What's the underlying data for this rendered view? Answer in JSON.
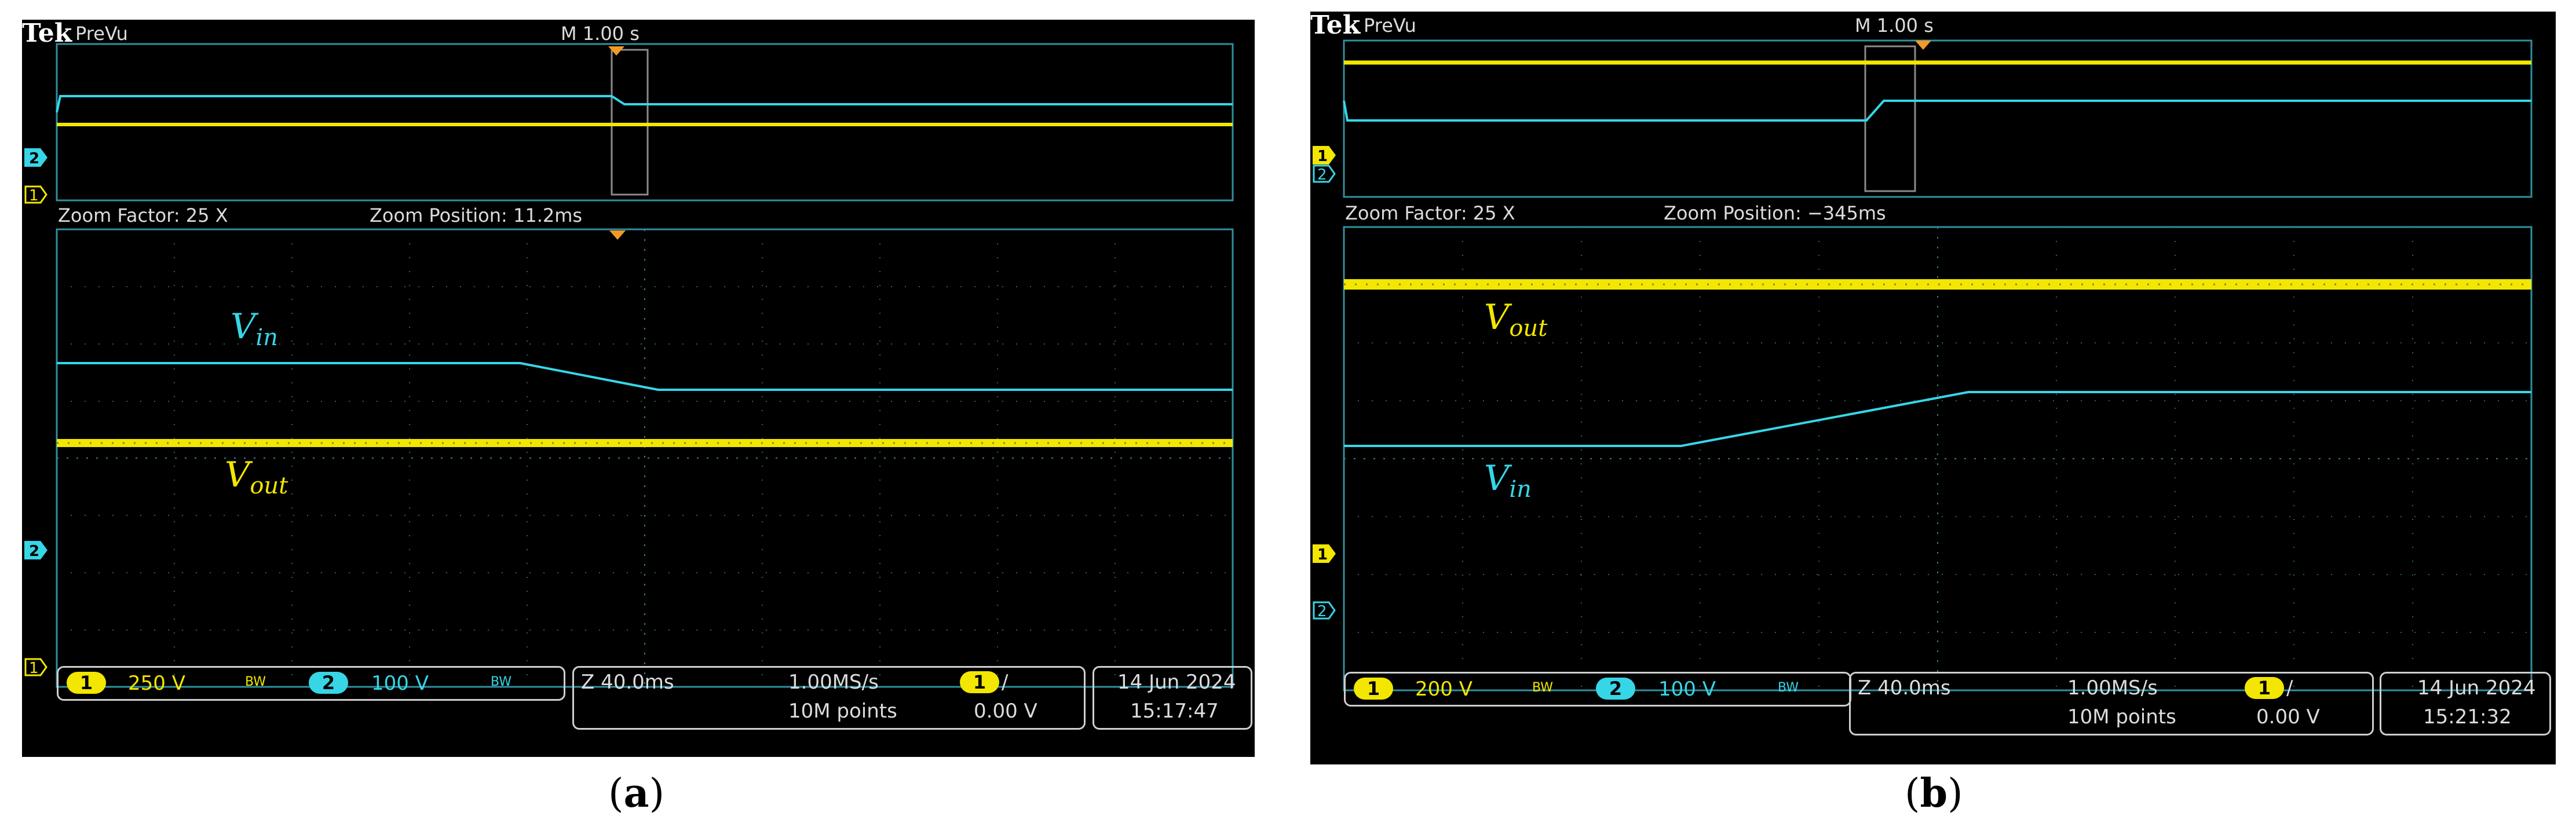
{
  "figure": {
    "caption_a": "a",
    "caption_b": "b"
  },
  "colors": {
    "ch1": "#f3e600",
    "ch2": "#37d6e6",
    "trigger": "#f19a2a",
    "grid": "#3aa0b0"
  },
  "panels": [
    {
      "brand": "Tek",
      "mode": "PreVu",
      "timebase_top": "M 1.00 s",
      "zoom_factor": "Zoom Factor: 25 X",
      "zoom_position": "Zoom Position: 11.2ms",
      "vin_label": "V",
      "vin_sub": "in",
      "vout_label": "V",
      "vout_sub": "out",
      "ch1_num": "1",
      "ch1_scale": "250 V",
      "bw_mark": "BW",
      "ch2_num": "2",
      "ch2_scale": "100 V",
      "zoom_time": "Z 40.0ms",
      "sample_rate": "1.00MS/s",
      "record_length": "10M points",
      "trigger_level": "0.00 V",
      "trigger_ch": "1",
      "trigger_slope": "∕",
      "date": "14 Jun  2024",
      "time": "15:17:47"
    },
    {
      "brand": "Tek",
      "mode": "PreVu",
      "timebase_top": "M 1.00 s",
      "zoom_factor": "Zoom Factor: 25 X",
      "zoom_position": "Zoom Position: −345ms",
      "vin_label": "V",
      "vin_sub": "in",
      "vout_label": "V",
      "vout_sub": "out",
      "ch1_num": "1",
      "ch1_scale": "200 V",
      "bw_mark": "BW",
      "ch2_num": "2",
      "ch2_scale": "100 V",
      "zoom_time": "Z 40.0ms",
      "sample_rate": "1.00MS/s",
      "record_length": "10M points",
      "trigger_level": "0.00 V",
      "trigger_ch": "1",
      "trigger_slope": "∕",
      "date": "14 Jun  2024",
      "time": "15:21:32"
    }
  ]
}
